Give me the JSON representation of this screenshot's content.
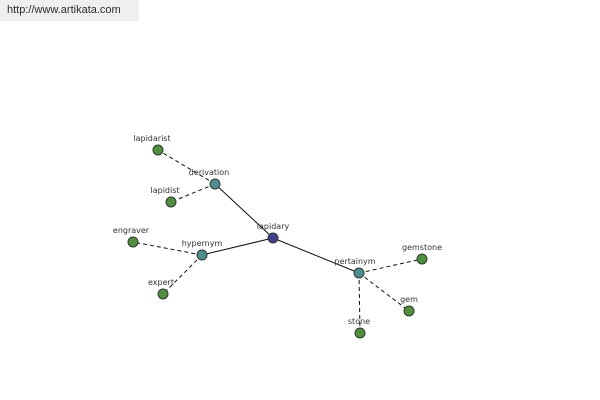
{
  "watermark": {
    "text": "http://www.artikata.com"
  },
  "graph": {
    "nodes": [
      {
        "id": "lapidary",
        "label": "lapidary",
        "kind": "root"
      },
      {
        "id": "derivation",
        "label": "derivation",
        "kind": "relation"
      },
      {
        "id": "hypernym",
        "label": "hypernym",
        "kind": "relation"
      },
      {
        "id": "pertainym",
        "label": "pertainym",
        "kind": "relation"
      },
      {
        "id": "lapidarist",
        "label": "lapidarist",
        "kind": "leaf"
      },
      {
        "id": "lapidist",
        "label": "lapidist",
        "kind": "leaf"
      },
      {
        "id": "engraver",
        "label": "engraver",
        "kind": "leaf"
      },
      {
        "id": "expert",
        "label": "expert",
        "kind": "leaf"
      },
      {
        "id": "gemstone",
        "label": "gemstone",
        "kind": "leaf"
      },
      {
        "id": "gem",
        "label": "gem",
        "kind": "leaf"
      },
      {
        "id": "stone",
        "label": "stone",
        "kind": "leaf"
      }
    ],
    "edges": [
      {
        "from": "lapidary",
        "to": "derivation",
        "style": "solid"
      },
      {
        "from": "lapidary",
        "to": "hypernym",
        "style": "solid"
      },
      {
        "from": "lapidary",
        "to": "pertainym",
        "style": "solid"
      },
      {
        "from": "derivation",
        "to": "lapidarist",
        "style": "dashed"
      },
      {
        "from": "derivation",
        "to": "lapidist",
        "style": "dashed"
      },
      {
        "from": "hypernym",
        "to": "engraver",
        "style": "dashed"
      },
      {
        "from": "hypernym",
        "to": "expert",
        "style": "dashed"
      },
      {
        "from": "pertainym",
        "to": "gemstone",
        "style": "dashed"
      },
      {
        "from": "pertainym",
        "to": "gem",
        "style": "dashed"
      },
      {
        "from": "pertainym",
        "to": "stone",
        "style": "dashed"
      }
    ],
    "colors": {
      "root": "#3f3f8f",
      "relation": "#4f8f8f",
      "leaf": "#4f8f3f",
      "edge": "#111111"
    }
  }
}
